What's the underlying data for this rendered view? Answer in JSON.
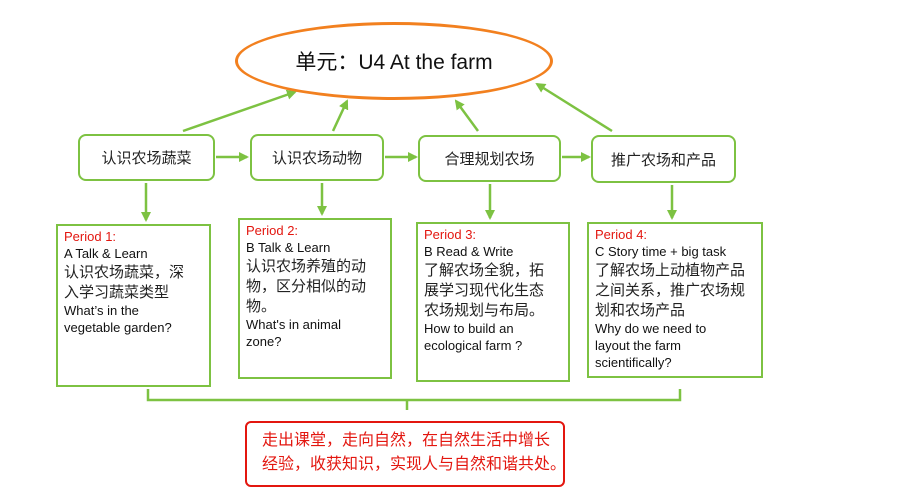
{
  "title": "单元：U4 At the farm",
  "stages": [
    {
      "label": "认识农场蔬菜"
    },
    {
      "label": "认识农场动物"
    },
    {
      "label": "合理规划农场"
    },
    {
      "label": "推广农场和产品"
    }
  ],
  "periods": [
    {
      "heading": "Period 1:",
      "lesson": "A Talk & Learn",
      "goal_lines": [
        "认识农场蔬菜，深",
        "入学习蔬菜类型"
      ],
      "question_lines": [
        "What’s in the",
        "vegetable garden?"
      ]
    },
    {
      "heading": "Period 2:",
      "lesson": "B Talk & Learn",
      "goal_lines": [
        "认识农场养殖的动",
        "物，区分相似的动",
        "物。"
      ],
      "question_lines": [
        "What's in animal",
        "zone?"
      ]
    },
    {
      "heading": "Period 3:",
      "lesson": "B Read & Write",
      "goal_lines": [
        "了解农场全貌，拓",
        "展学习现代化生态",
        "农场规划与布局。"
      ],
      "question_lines": [
        "How to build an",
        "ecological farm ?"
      ]
    },
    {
      "heading": "Period 4:",
      "lesson": "C Story time + big task",
      "goal_lines": [
        "了解农场上动植物产品",
        "之间关系，推广农场规",
        "划和农场产品"
      ],
      "question_lines": [
        "Why do we need to",
        "layout the farm",
        "scientifically?"
      ]
    }
  ],
  "summary": {
    "lines": [
      "走出课堂，走向自然，在自然生活中增长",
      "经验，收获知识，实现人与自然和谐共处。"
    ]
  },
  "colors": {
    "ellipse_border": "#f2801f",
    "box_border": "#7dc242",
    "period_heading": "#e3160f",
    "summary": "#e3160f"
  }
}
